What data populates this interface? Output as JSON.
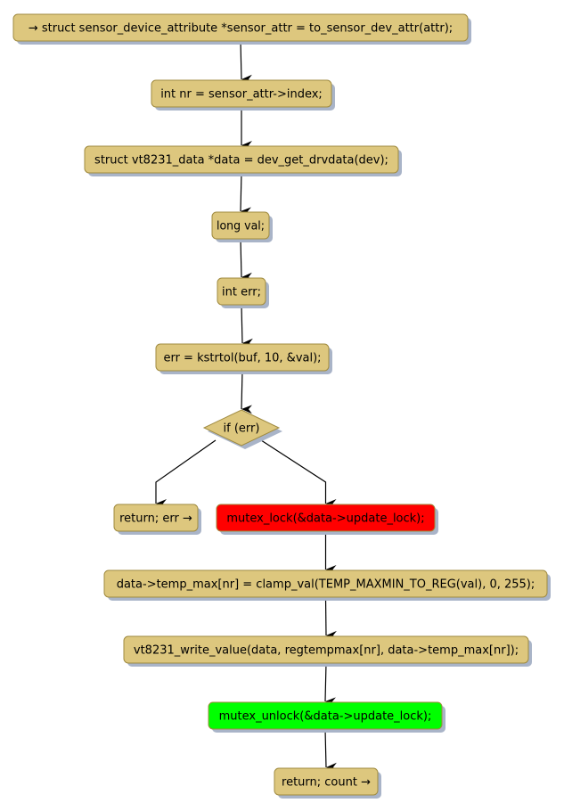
{
  "diagram": {
    "type": "flowchart",
    "colors": {
      "node_fill": "#DDC77E",
      "node_border": "#A08B40",
      "shadow": "#A9B4C8",
      "lock_fill": "#FF0000",
      "unlock_fill": "#00FF00",
      "edge": "#000000"
    },
    "nodes": [
      {
        "id": "n1",
        "shape": "box",
        "label": "→ struct sensor_device_attribute *sensor_attr = to_sensor_dev_attr(attr);",
        "style": "default"
      },
      {
        "id": "n2",
        "shape": "box",
        "label": "int nr = sensor_attr->index;",
        "style": "default"
      },
      {
        "id": "n3",
        "shape": "box",
        "label": "struct vt8231_data *data = dev_get_drvdata(dev);",
        "style": "default"
      },
      {
        "id": "n4",
        "shape": "box",
        "label": "long val;",
        "style": "default"
      },
      {
        "id": "n5",
        "shape": "box",
        "label": "int err;",
        "style": "default"
      },
      {
        "id": "n6",
        "shape": "box",
        "label": "err = kstrtol(buf, 10, &val);",
        "style": "default"
      },
      {
        "id": "n7",
        "shape": "diamond",
        "label": "if (err)",
        "style": "default"
      },
      {
        "id": "n8",
        "shape": "box",
        "label": "return; err →",
        "style": "default"
      },
      {
        "id": "n9",
        "shape": "box",
        "label": "mutex_lock(&data->update_lock);",
        "style": "lock"
      },
      {
        "id": "n10",
        "shape": "box",
        "label": "data->temp_max[nr] = clamp_val(TEMP_MAXMIN_TO_REG(val), 0, 255);",
        "style": "default"
      },
      {
        "id": "n11",
        "shape": "box",
        "label": "vt8231_write_value(data, regtempmax[nr], data->temp_max[nr]);",
        "style": "default"
      },
      {
        "id": "n12",
        "shape": "box",
        "label": "mutex_unlock(&data->update_lock);",
        "style": "unlock"
      },
      {
        "id": "n13",
        "shape": "box",
        "label": "return; count →",
        "style": "default"
      }
    ],
    "edges": [
      {
        "from": "n1",
        "to": "n2"
      },
      {
        "from": "n2",
        "to": "n3"
      },
      {
        "from": "n3",
        "to": "n4"
      },
      {
        "from": "n4",
        "to": "n5"
      },
      {
        "from": "n5",
        "to": "n6"
      },
      {
        "from": "n6",
        "to": "n7"
      },
      {
        "from": "n7",
        "to": "n8"
      },
      {
        "from": "n7",
        "to": "n9"
      },
      {
        "from": "n9",
        "to": "n10"
      },
      {
        "from": "n10",
        "to": "n11"
      },
      {
        "from": "n11",
        "to": "n12"
      },
      {
        "from": "n12",
        "to": "n13"
      }
    ]
  }
}
